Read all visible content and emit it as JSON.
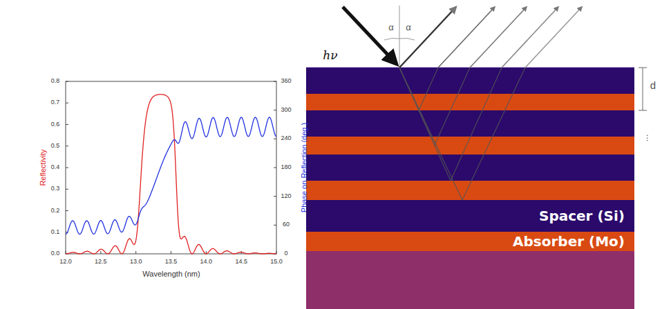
{
  "diagram": {
    "nodes": [
      {
        "text": [
          "Spacer (Si)"
        ]
      },
      {
        "text": [
          "Absorber (Mo)"
        ]
      }
    ],
    "labels": [
      "0.0",
      "0.1",
      "0.2",
      "0.3",
      "0.4",
      "0.5",
      "0.6",
      "0.7",
      "0.8",
      "0",
      "60",
      "120",
      "180",
      "240",
      "300",
      "360",
      "12.0",
      "12.5",
      "13.0",
      "13.5",
      "14.0",
      "14.5",
      "15.0",
      "Reflectivity",
      "Phase on Reflection (deg.)",
      "Wavelength (nm)",
      "hν",
      "α",
      "α",
      "d",
      "..."
    ]
  }
}
